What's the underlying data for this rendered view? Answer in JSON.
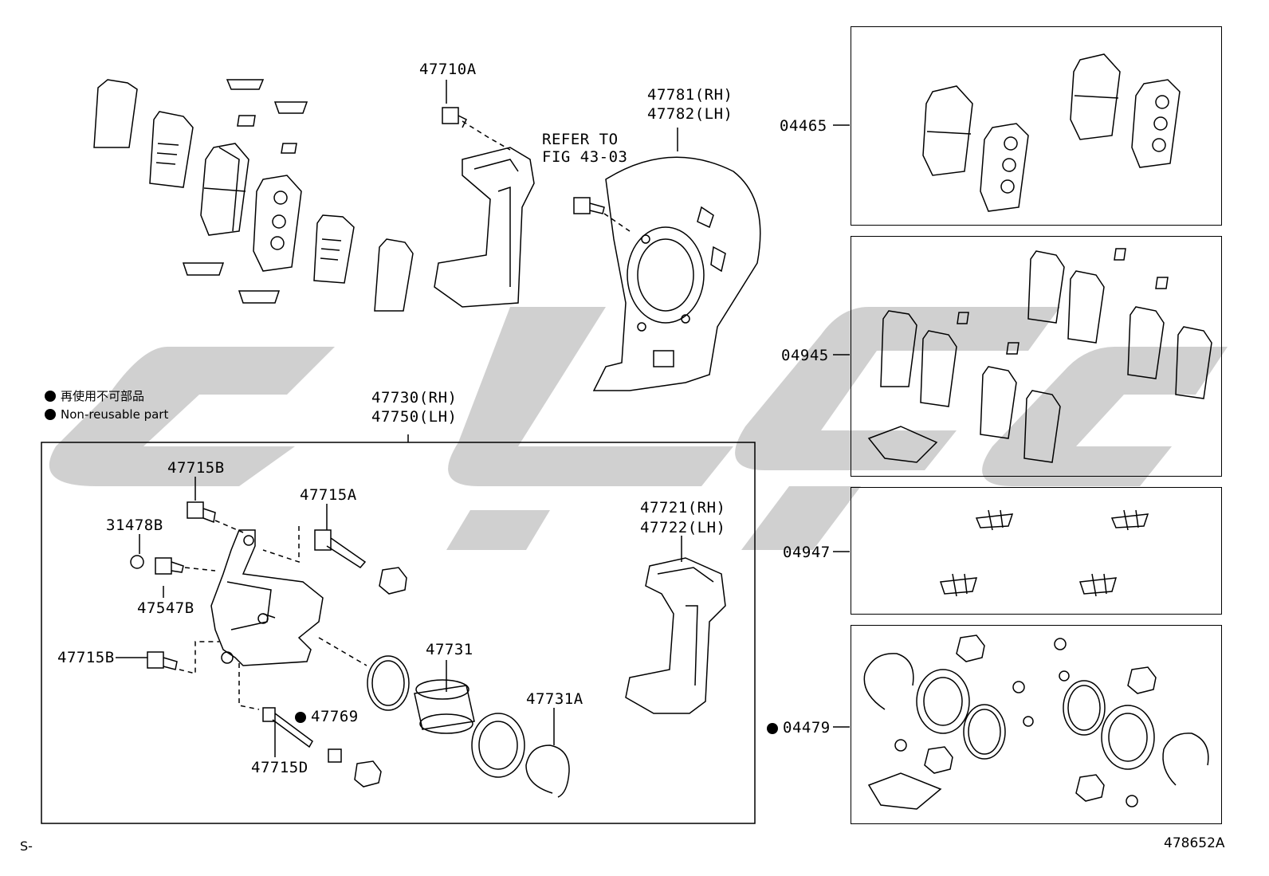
{
  "watermark": "EPC",
  "legend": {
    "jp": "再使用不可部品",
    "en": "Non-reusable part"
  },
  "labels": {
    "p47710A": "47710A",
    "refer1": "REFER TO",
    "refer2": "FIG 43-03",
    "p47781": "47781(RH)",
    "p47782": "47782(LH)",
    "p47730": "47730(RH)",
    "p47750": "47750(LH)",
    "p47715B_top": "47715B",
    "p47715A": "47715A",
    "p31478B": "31478B",
    "p47547B": "47547B",
    "p47715B_bot": "47715B",
    "p47769": "47769",
    "p47715D": "47715D",
    "p47731": "47731",
    "p47731A": "47731A",
    "p47721": "47721(RH)",
    "p47722": "47722(LH)",
    "k04465": "04465",
    "k04945": "04945",
    "k04947": "04947",
    "k04479": "04479"
  },
  "footer": {
    "left": "S-",
    "right": "478652A"
  }
}
